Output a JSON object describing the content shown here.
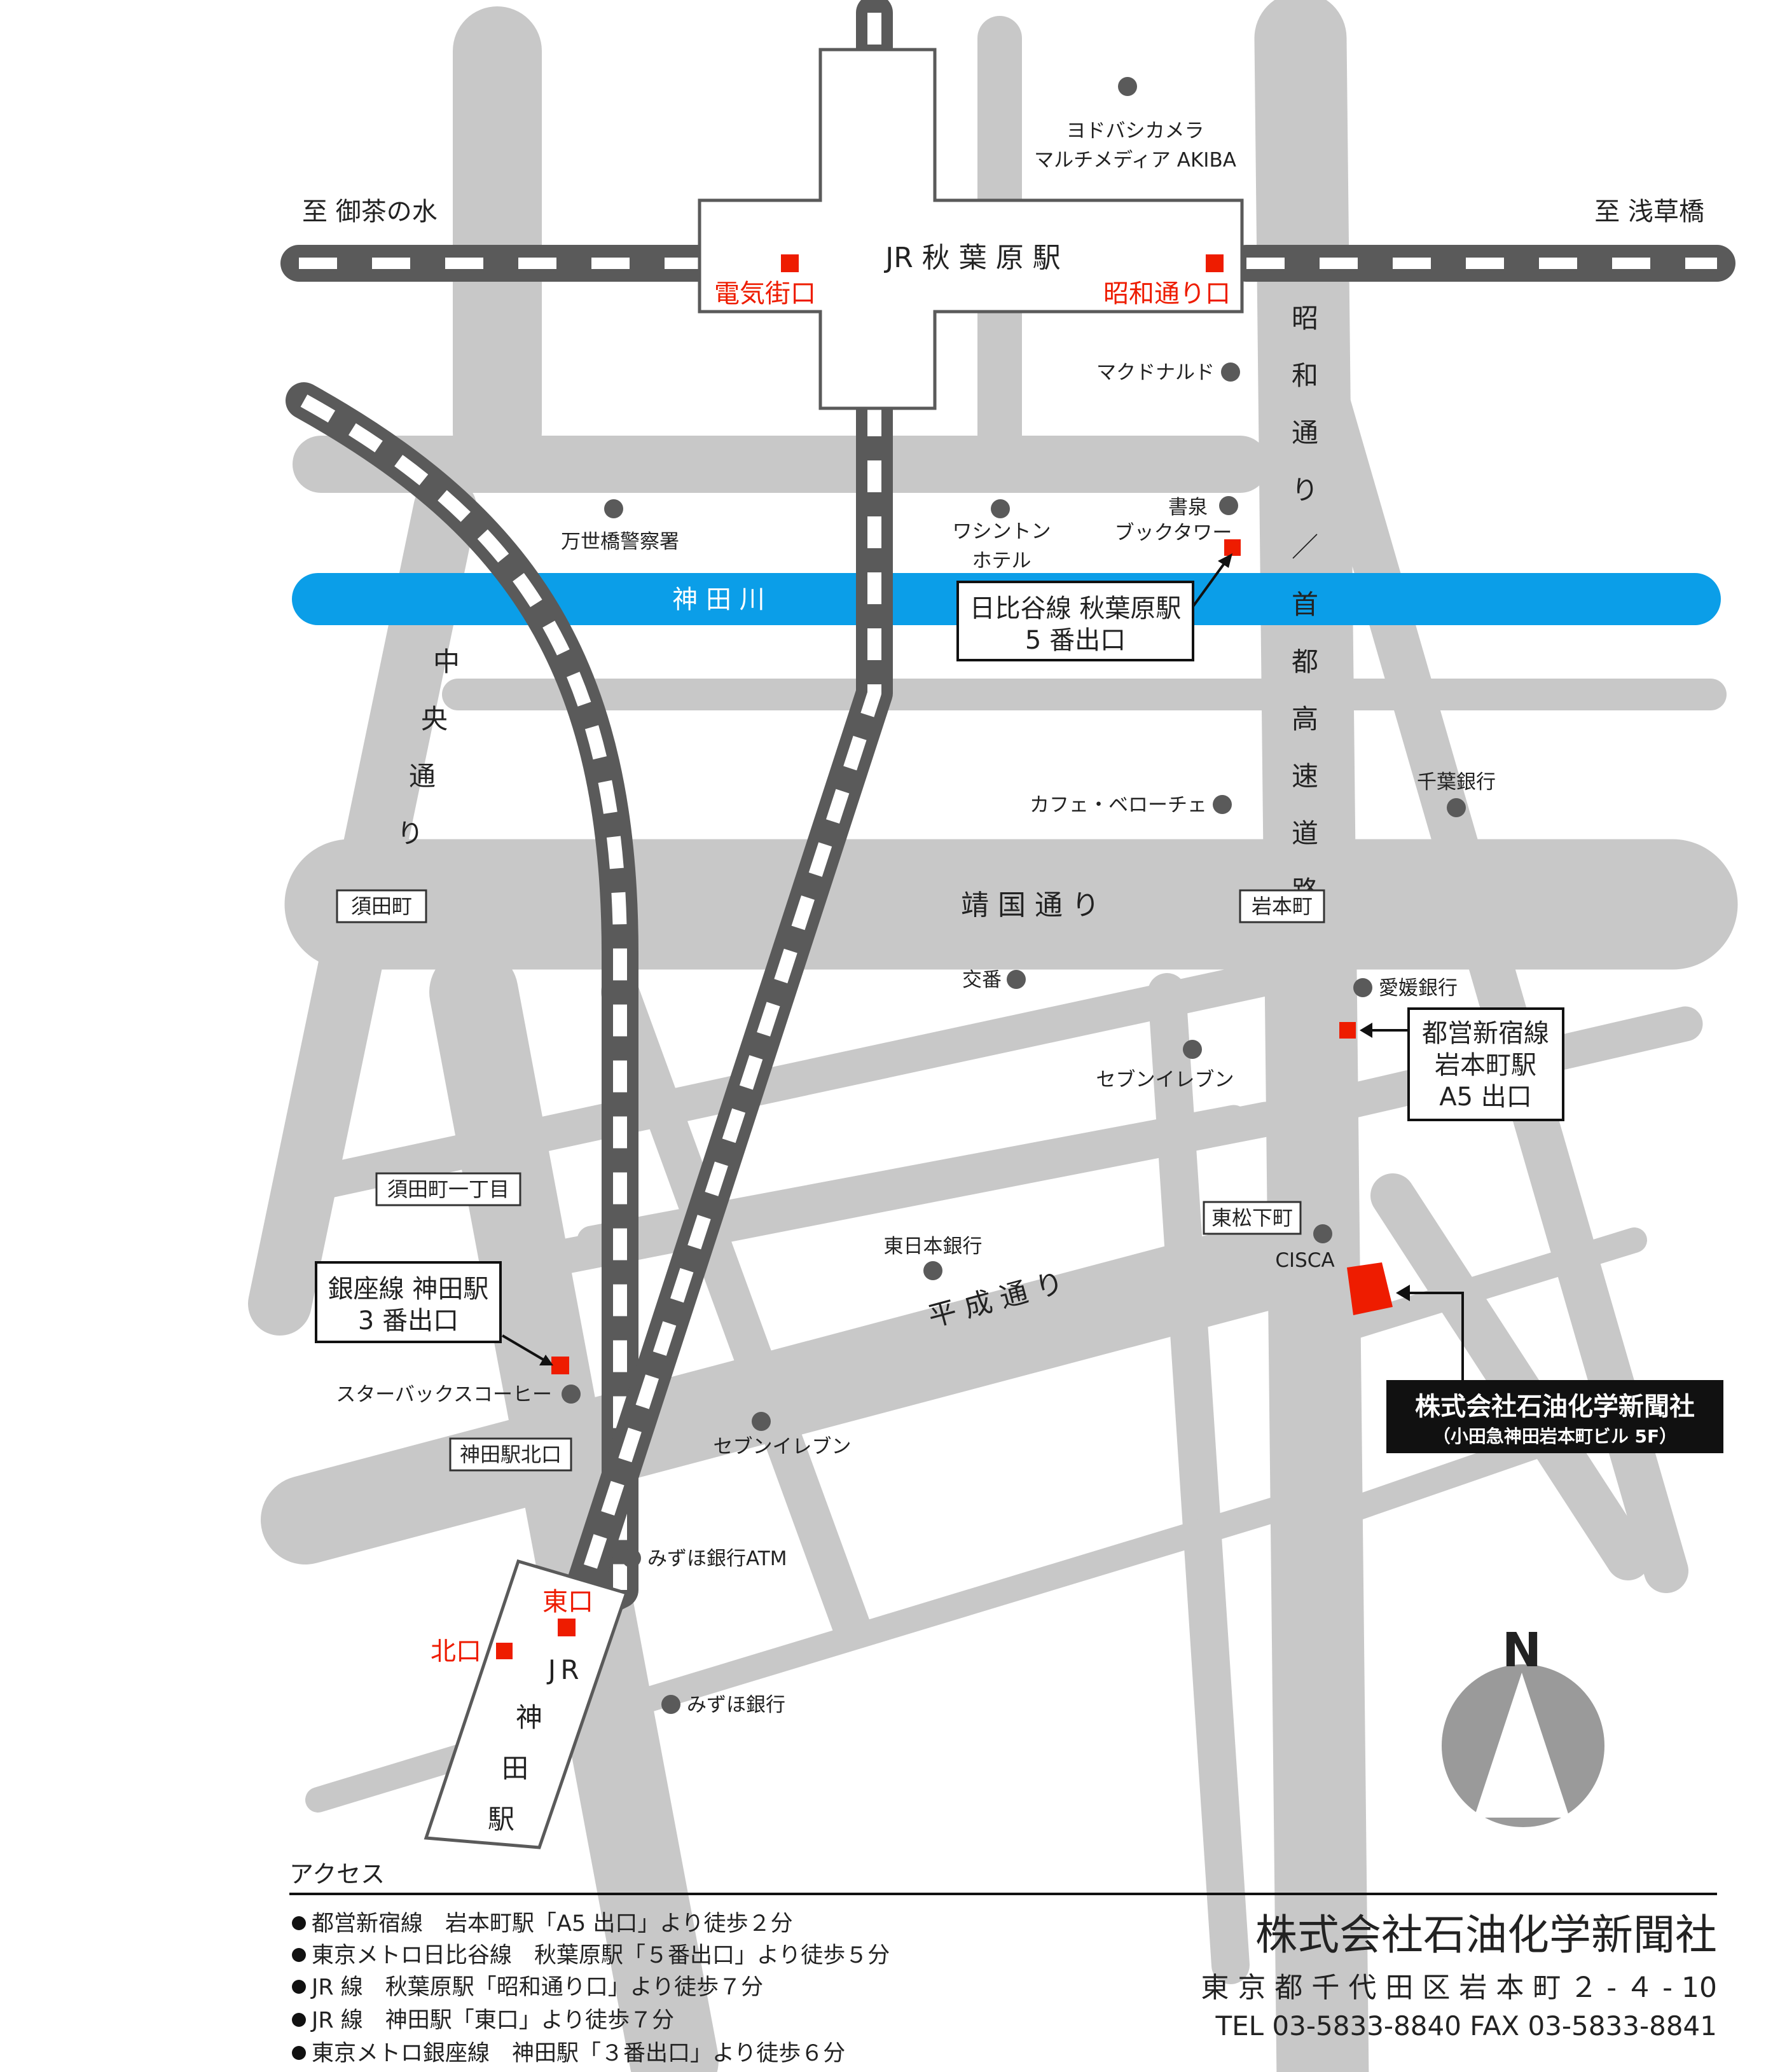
{
  "directions": {
    "west": "至 御茶の水",
    "east": "至 浅草橋"
  },
  "akihabara_station": {
    "name": "JR 秋 葉 原 駅",
    "exit_left": "電気街口",
    "exit_right": "昭和通り口"
  },
  "kanda_station": {
    "name": [
      "J",
      "R",
      "神",
      "田",
      "駅"
    ],
    "exit_east": "東口",
    "exit_north": "北口"
  },
  "roads": {
    "showa": [
      "昭",
      "和",
      "通",
      "り",
      "／",
      "首",
      "都",
      "高",
      "速",
      "道",
      "路"
    ],
    "chuo": [
      "中",
      "央",
      "通",
      "り"
    ],
    "yasukuni": "靖 国 通 り",
    "heisei": "平 成 通 り"
  },
  "river": "神 田 川",
  "intersections": [
    "須田町",
    "岩本町",
    "須田町一丁目",
    "東松下町",
    "神田駅北口"
  ],
  "landmarks": [
    {
      "label": [
        "ヨドバシカメラ",
        "マルチメディア AKIBA"
      ]
    },
    {
      "label": [
        "マクドナルド"
      ]
    },
    {
      "label": [
        "万世橋警察署"
      ]
    },
    {
      "label": [
        "ワシントン",
        "ホテル"
      ]
    },
    {
      "label": [
        "書泉",
        "ブックタワー"
      ]
    },
    {
      "label": [
        "カフェ・ベローチェ"
      ]
    },
    {
      "label": [
        "千葉銀行"
      ]
    },
    {
      "label": [
        "交番"
      ]
    },
    {
      "label": [
        "愛媛銀行"
      ]
    },
    {
      "label": [
        "セブンイレブン"
      ]
    },
    {
      "label": [
        "東日本銀行"
      ]
    },
    {
      "label": [
        "CISCA"
      ]
    },
    {
      "label": [
        "スターバックスコーヒー"
      ]
    },
    {
      "label": [
        "セブンイレブン"
      ]
    },
    {
      "label": [
        "みずほ銀行ATM"
      ]
    },
    {
      "label": [
        "みずほ銀行"
      ]
    }
  ],
  "callouts": {
    "hibiya": [
      "日比谷線 秋葉原駅",
      "5 番出口"
    ],
    "toei": [
      "都営新宿線",
      "岩本町駅",
      "A5 出口"
    ],
    "ginza": [
      "銀座線 神田駅",
      "3 番出口"
    ]
  },
  "destination": {
    "name": "株式会社石油化学新聞社",
    "building": "（小田急神田岩本町ビル 5F）"
  },
  "north_label": "N",
  "access": {
    "title": "アクセス",
    "items": [
      "都営新宿線　岩本町駅「A5 出口」より徒歩２分",
      "東京メトロ日比谷線　秋葉原駅「５番出口」より徒歩５分",
      "JR 線　秋葉原駅「昭和通り口」より徒歩７分",
      "JR 線　神田駅「東口」より徒歩７分",
      "東京メトロ銀座線　神田駅「３番出口」より徒歩６分"
    ]
  },
  "company": {
    "name": "株式会社石油化学新聞社",
    "address": "東 京 都 千 代 田 区 岩 本 町 ２ - ４ - 10",
    "contact": "TEL 03-5833-8840  FAX 03-5833-8841"
  },
  "colors": {
    "road": "#c8c8c8",
    "rail": "#5a5a5a",
    "river": "#0b9ee8",
    "exit": "#ee1c00"
  }
}
